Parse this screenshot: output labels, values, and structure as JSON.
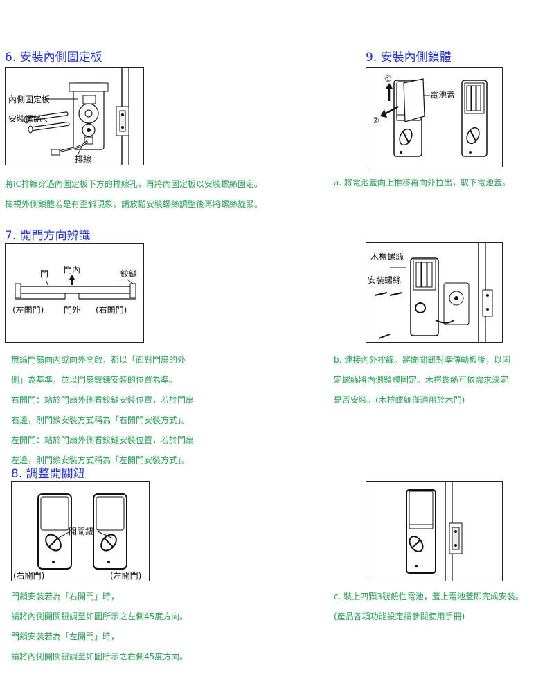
{
  "step6": {
    "title": "6. 安裝內側固定板",
    "labels": {
      "plate": "內側固定板",
      "screw": "安裝螺絲",
      "cable": "排線"
    },
    "lines": [
      "將IC排線穿過內固定板下方的排線孔，再將內固定板以安裝螺絲固定。",
      "檢視外側鎖體若是有歪斜現象，請放鬆安裝螺絲調整後再將螺絲旋緊。"
    ]
  },
  "step9": {
    "title": "9. 安裝內側鎖體",
    "labels": {
      "one": "①",
      "two": "②",
      "cover": "電池蓋"
    },
    "lines": [
      "a. 將電池蓋向上推移再向外拉出，取下電池蓋。"
    ]
  },
  "step7": {
    "title": "7. 開門方向辨識",
    "labels": {
      "door": "門",
      "inside": "門內",
      "hinge": "鉸鏈",
      "left": "(左開門)",
      "outside": "門外",
      "right": "(右開門)"
    },
    "lines": [
      "無論門扇向內或向外開啟，都以「面對門扇的外",
      "側」為基準，並以門扇鉸鍊安裝的位置為準。",
      "右開門：站於門扇外側看鉸鏈安裝位置，若於門扇",
      "右邊，則門鎖安裝方式稱為「右開門安裝方式」。",
      "左開門：站於門扇外側看鉸鏈安裝位置，若於門扇",
      "左邊，則門鎖安裝方式稱為「左開門安裝方式」。"
    ]
  },
  "stepB": {
    "labels": {
      "wood": "木榿螺絲",
      "screw": "安裝螺絲"
    },
    "lines": [
      "b. 連接內外排線。將開關鈕對準傳動板後，以固",
      "定螺絲將內側鎖體固定。木榿螺絲可依需求決定",
      "是否安裝。(木榿螺絲僅適用於木門)"
    ]
  },
  "step8": {
    "title": "8. 調整開關鈕",
    "labels": {
      "knob": "開關鈕",
      "right": "(右開門)",
      "left": "(左開門)"
    },
    "lines": [
      "門鎖安裝若為「右開門」時，",
      "請將內側開關鈕調至如圖所示之左側45度方向。",
      "門鎖安裝若為「左開門」時，",
      "請將內側開關鈕調至如圖所示之右側45度方向。"
    ]
  },
  "stepC": {
    "lines": [
      "c. 裝上四顆3號鹼性電池，蓋上電池蓋即完成安裝。",
      "(產品各項功能設定請參閱使用手冊)"
    ]
  }
}
